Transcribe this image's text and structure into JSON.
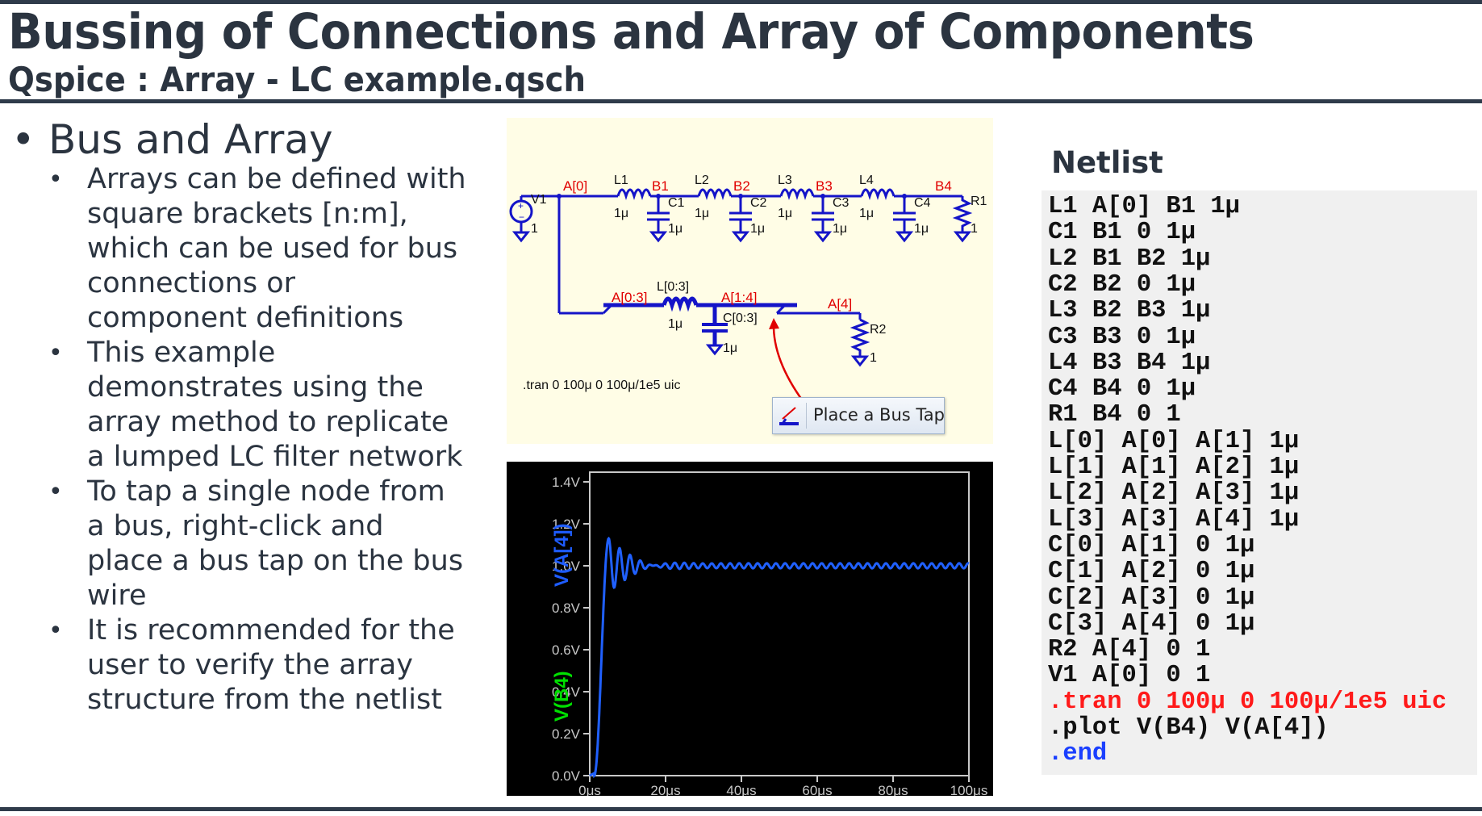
{
  "slide": {
    "title": "Bussing of Connections and Array of Components",
    "subtitle": "Qspice : Array - LC example.qsch"
  },
  "bullets": {
    "heading": "Bus and Array",
    "items": [
      [
        "Arrays can be defined with",
        "square brackets [n:m],",
        "which can be used for bus",
        "connections or",
        "component definitions"
      ],
      [
        "This example",
        "demonstrates using the",
        "array method to replicate",
        "a lumped LC filter network"
      ],
      [
        "To tap a single node from",
        "a bus, right-click and",
        "place a bus tap on the bus",
        "wire"
      ],
      [
        "It is recommended for the",
        "user to verify the array",
        "structure from the netlist"
      ]
    ]
  },
  "schematic": {
    "nodes": {
      "a0": "A[0]",
      "b1": "B1",
      "b2": "B2",
      "b3": "B3",
      "b4": "B4",
      "a03": "A[0:3]",
      "a14": "A[1:4]",
      "a4": "A[4]"
    },
    "parts": {
      "v1": "V1",
      "v1_val": "1",
      "l1": "L1",
      "l2": "L2",
      "l3": "L3",
      "l4": "L4",
      "c1": "C1",
      "c2": "C2",
      "c3": "C3",
      "c4": "C4",
      "r1": "R1",
      "r1_val": "1",
      "l_arr": "L[0:3]",
      "c_arr": "C[0:3]",
      "r2": "R2",
      "r2_val": "1",
      "micro": "1μ"
    },
    "directive": ".tran 0 100μ 0 100μ/1e5 uic",
    "popup_label": "Place a Bus Tap"
  },
  "waveform": {
    "y_ticks": [
      "1.4V",
      "1.2V",
      "1.0V",
      "0.8V",
      "0.6V",
      "0.4V",
      "0.2V",
      "0.0V"
    ],
    "x_ticks": [
      "0μs",
      "20μs",
      "40μs",
      "60μs",
      "80μs",
      "100μs"
    ],
    "trace_labels": [
      "V(A[4])",
      "V(B4)"
    ],
    "colors": {
      "trace_a4": "#2060ff",
      "label_b4": "#00e000",
      "label_a4": "#1e5cff",
      "background": "#000000",
      "axis": "#c8c8c8"
    }
  },
  "netlist": {
    "title": "Netlist",
    "lines": [
      "L1 A[0] B1 1μ",
      "C1 B1 0 1μ",
      "L2 B1 B2 1μ",
      "C2 B2 0 1μ",
      "L3 B2 B3 1μ",
      "C3 B3 0 1μ",
      "L4 B3 B4 1μ",
      "C4 B4 0 1μ",
      "R1 B4 0 1",
      "L[0] A[0] A[1] 1μ",
      "L[1] A[1] A[2] 1μ",
      "L[2] A[2] A[3] 1μ",
      "L[3] A[3] A[4] 1μ",
      "C[0] A[1] 0 1μ",
      "C[1] A[2] 0 1μ",
      "C[2] A[3] 0 1μ",
      "C[3] A[4] 0 1μ",
      "R2 A[4] 0 1",
      "V1 A[0] 0 1",
      ".tran 0 100μ 0 100μ/1e5 uic",
      ".plot V(B4) V(A[4])",
      ".end"
    ],
    "colors": {
      "directive": "#ff1a1a",
      "end": "#1a3fff"
    }
  }
}
